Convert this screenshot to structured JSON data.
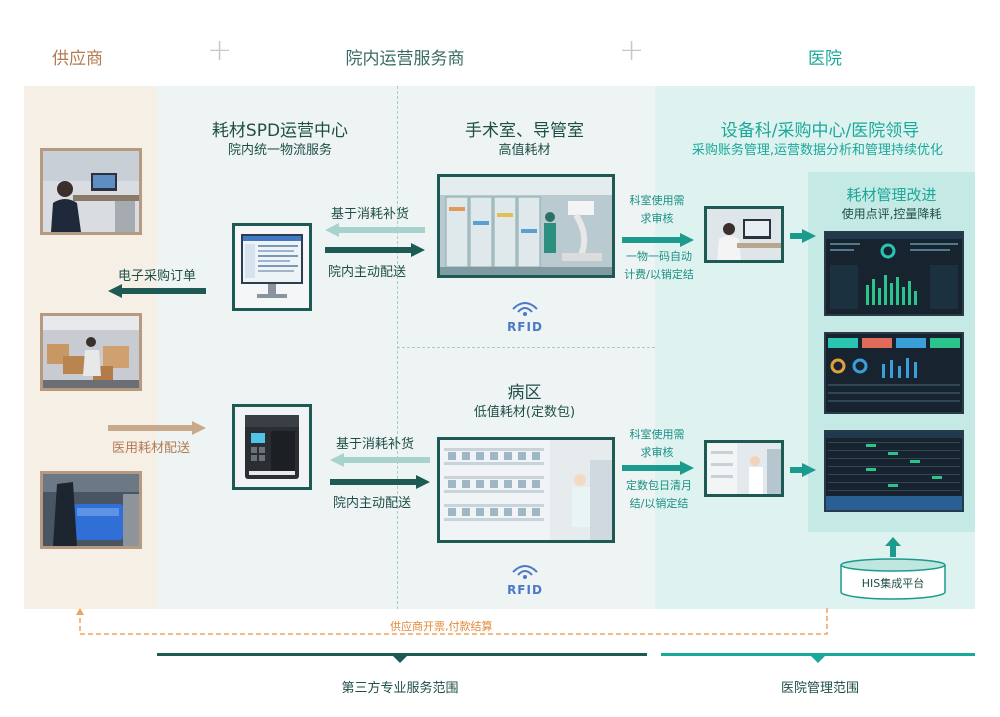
{
  "headers": {
    "supplier": "供应商",
    "operator": "院内运营服务商",
    "hospital": "医院",
    "plus_1": "+",
    "plus_2": "+"
  },
  "spd_center": {
    "title": "耗材SPD运营中心",
    "subtitle": "院内统一物流服务"
  },
  "operating_room": {
    "title": "手术室、导管室",
    "subtitle": "高值耗材"
  },
  "ward": {
    "title": "病区",
    "subtitle": "低值耗材(定数包)"
  },
  "hospital_mgmt": {
    "title": "设备科/采购中心/医院领导",
    "subtitle": "采购账务管理,运营数据分析和管理持续优化"
  },
  "improvement": {
    "title": "耗材管理改进",
    "subtitle": "使用点评,控量降耗"
  },
  "flows": {
    "top_replenish": "基于消耗补货",
    "top_deliver": "院内主动配送",
    "bottom_replenish": "基于消耗补货",
    "bottom_deliver": "院内主动配送",
    "purchase_order": "电子采购订单",
    "medical_delivery": "医用耗材配送",
    "top_review_1": "科室使用需",
    "top_review_2": "求审核",
    "top_billing_1": "一物一码自动",
    "top_billing_2": "计费/以销定结",
    "bottom_review_1": "科室使用需",
    "bottom_review_2": "求审核",
    "bottom_billing_1": "定数包日清月",
    "bottom_billing_2": "结/以销定结",
    "invoice": "供应商开票,付款结算"
  },
  "rfid": {
    "top": "RFID",
    "bottom": "RFID"
  },
  "his": "HIS集成平台",
  "footer": {
    "third_party": "第三方专业服务范围",
    "hospital_scope": "医院管理范围"
  },
  "colors": {
    "teal": "#1a9b8d",
    "dark_green": "#1d5a53",
    "light_teal_arrow": "#a8d2cd",
    "supplier_brown": "#c9a98b",
    "orange_dash": "#f0a35a",
    "rfid_blue": "#4c79c7"
  }
}
